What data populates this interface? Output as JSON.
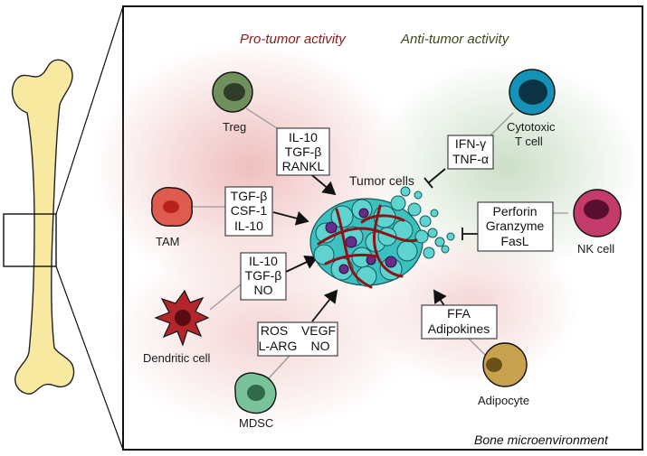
{
  "headings": {
    "pro_tumor": "Pro-tumor activity",
    "anti_tumor": "Anti-tumor activity",
    "corner": "Bone microenvironment"
  },
  "tumor_label": "Tumor cells",
  "colors": {
    "pro_tumor_heading": "#8b1a1a",
    "anti_tumor_heading": "#3a4a1a",
    "bone": "#f8e9a1",
    "tumor_cell": "#3cc1c1",
    "vessel": "#8a1418",
    "treg": "#6f8f5c",
    "tam": "#e05a4e",
    "dendritic": "#b3262b",
    "mdsc": "#79c39a",
    "cytotoxic": "#1592b8",
    "nk": "#c23b6a",
    "adipocyte": "#c8a14e"
  },
  "cells": {
    "treg": "Treg",
    "tam": "TAM",
    "dendritic": "Dendritic cell",
    "mdsc": "MDSC",
    "cytotoxic_line1": "Cytotoxic",
    "cytotoxic_line2": "T cell",
    "nk": "NK cell",
    "adipocyte": "Adipocyte"
  },
  "factor_boxes": {
    "treg": [
      "IL-10",
      "TGF-β",
      "RANKL"
    ],
    "tam": [
      "TGF-β",
      "CSF-1",
      "IL-10"
    ],
    "dendritic": [
      "IL-10",
      "TGF-β",
      "NO"
    ],
    "mdsc": [
      "ROS",
      "VEGF",
      "L-ARG",
      "NO"
    ],
    "cytotoxic": [
      "IFN-γ",
      "TNF-α"
    ],
    "nk": [
      "Perforin",
      "Granzyme",
      "FasL"
    ],
    "adipocyte": [
      "FFA",
      "Adipokines"
    ]
  }
}
